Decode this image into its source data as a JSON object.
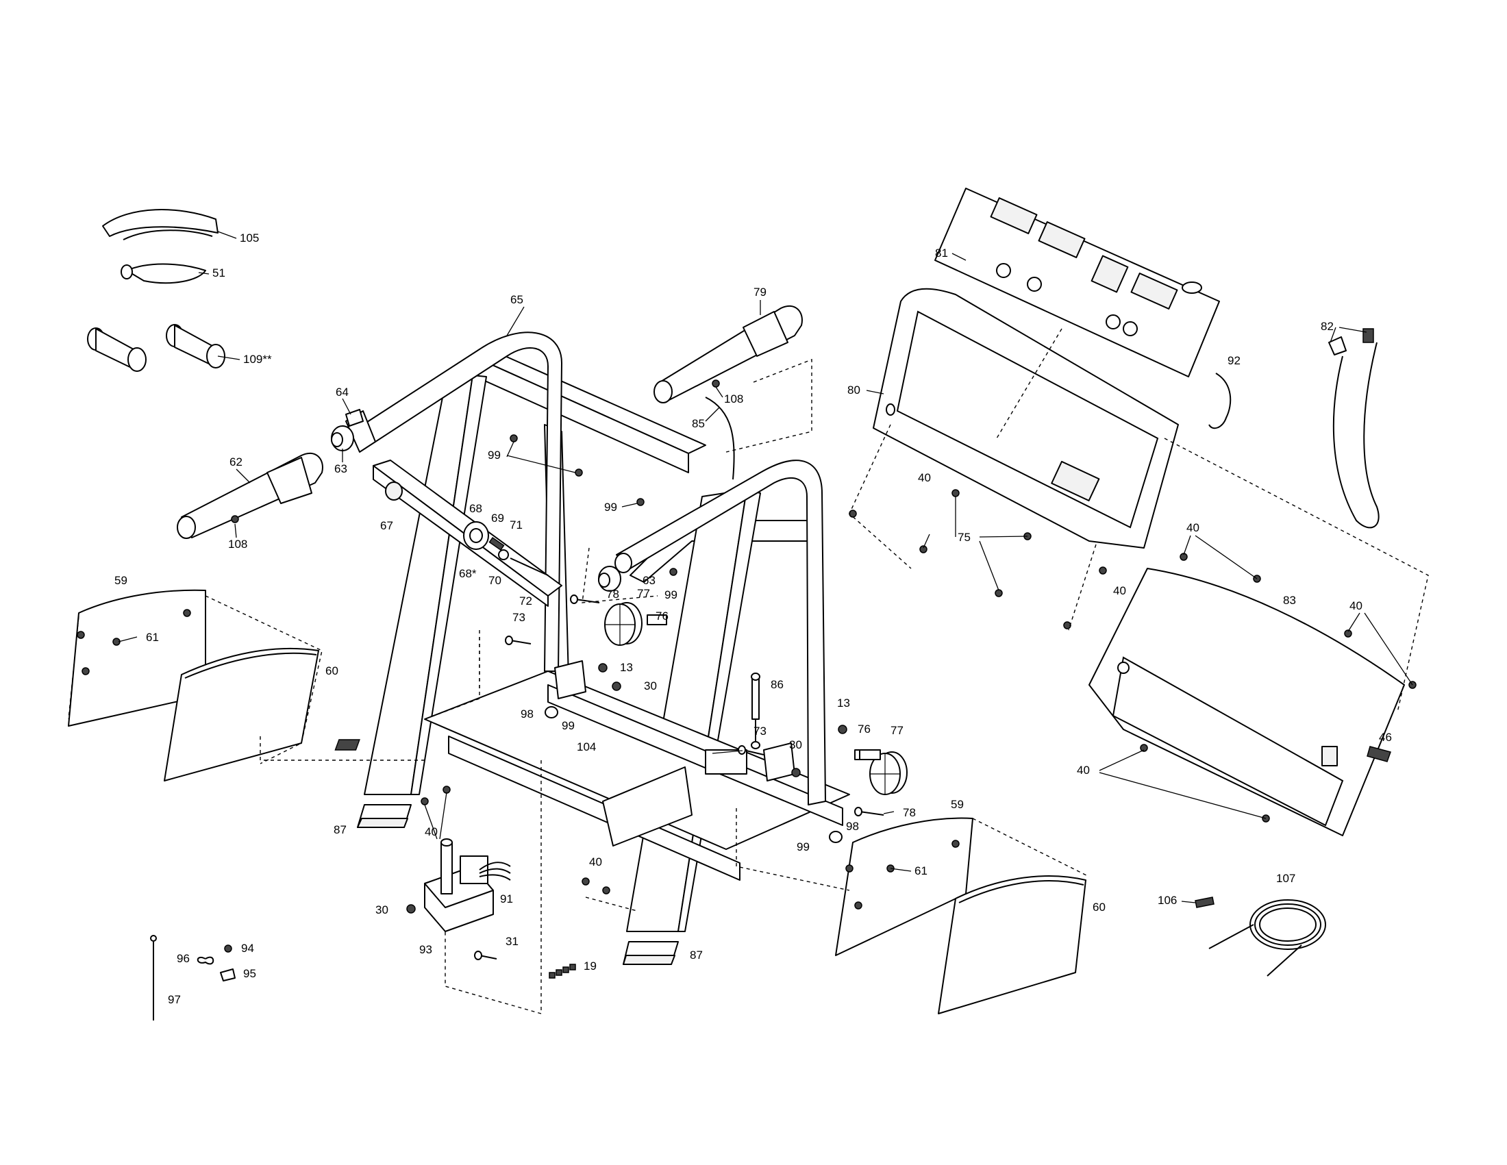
{
  "diagram": {
    "callouts": [
      {
        "id": "c105",
        "text": "105"
      },
      {
        "id": "c51",
        "text": "51"
      },
      {
        "id": "c109",
        "text": "109**"
      },
      {
        "id": "c65",
        "text": "65"
      },
      {
        "id": "c64",
        "text": "64"
      },
      {
        "id": "c63a",
        "text": "63"
      },
      {
        "id": "c62",
        "text": "62"
      },
      {
        "id": "c108a",
        "text": "108"
      },
      {
        "id": "c79",
        "text": "79"
      },
      {
        "id": "c108b",
        "text": "108"
      },
      {
        "id": "c85",
        "text": "85"
      },
      {
        "id": "c99a",
        "text": "99"
      },
      {
        "id": "c99b",
        "text": "99"
      },
      {
        "id": "c67",
        "text": "67"
      },
      {
        "id": "c68",
        "text": "68"
      },
      {
        "id": "c69",
        "text": "69"
      },
      {
        "id": "c71",
        "text": "71"
      },
      {
        "id": "c68s",
        "text": "68*"
      },
      {
        "id": "c70",
        "text": "70"
      },
      {
        "id": "c72",
        "text": "72"
      },
      {
        "id": "c63b",
        "text": "63"
      },
      {
        "id": "c99c",
        "text": "99"
      },
      {
        "id": "c78a",
        "text": "78"
      },
      {
        "id": "c77a",
        "text": "77"
      },
      {
        "id": "c76a",
        "text": "76"
      },
      {
        "id": "c73a",
        "text": "73"
      },
      {
        "id": "c13a",
        "text": "13"
      },
      {
        "id": "c30a",
        "text": "30"
      },
      {
        "id": "c98a",
        "text": "98"
      },
      {
        "id": "c99d",
        "text": "99"
      },
      {
        "id": "c104",
        "text": "104"
      },
      {
        "id": "c86",
        "text": "86"
      },
      {
        "id": "c13b",
        "text": "13"
      },
      {
        "id": "c73b",
        "text": "73"
      },
      {
        "id": "c30b",
        "text": "30"
      },
      {
        "id": "c76b",
        "text": "76"
      },
      {
        "id": "c77b",
        "text": "77"
      },
      {
        "id": "c78b",
        "text": "78"
      },
      {
        "id": "c98b",
        "text": "98"
      },
      {
        "id": "c99e",
        "text": "99"
      },
      {
        "id": "c59a",
        "text": "59"
      },
      {
        "id": "c61a",
        "text": "61"
      },
      {
        "id": "c60a",
        "text": "60"
      },
      {
        "id": "c87a",
        "text": "87"
      },
      {
        "id": "c40a",
        "text": "40"
      },
      {
        "id": "c30c",
        "text": "30"
      },
      {
        "id": "c91",
        "text": "91"
      },
      {
        "id": "c93",
        "text": "93"
      },
      {
        "id": "c31",
        "text": "31"
      },
      {
        "id": "c96",
        "text": "96"
      },
      {
        "id": "c94",
        "text": "94"
      },
      {
        "id": "c95",
        "text": "95"
      },
      {
        "id": "c97",
        "text": "97"
      },
      {
        "id": "c19",
        "text": "19"
      },
      {
        "id": "c87b",
        "text": "87"
      },
      {
        "id": "c40b",
        "text": "40"
      },
      {
        "id": "c59b",
        "text": "59"
      },
      {
        "id": "c61b",
        "text": "61"
      },
      {
        "id": "c60b",
        "text": "60"
      },
      {
        "id": "c81",
        "text": "81"
      },
      {
        "id": "c80",
        "text": "80"
      },
      {
        "id": "c40c",
        "text": "40"
      },
      {
        "id": "c75",
        "text": "75"
      },
      {
        "id": "c40d",
        "text": "40"
      },
      {
        "id": "c92",
        "text": "92"
      },
      {
        "id": "c82",
        "text": "82"
      },
      {
        "id": "c40e",
        "text": "40"
      },
      {
        "id": "c83",
        "text": "83"
      },
      {
        "id": "c40f",
        "text": "40"
      },
      {
        "id": "c40g",
        "text": "40"
      },
      {
        "id": "c46",
        "text": "46"
      },
      {
        "id": "c106",
        "text": "106"
      },
      {
        "id": "c107",
        "text": "107"
      }
    ]
  }
}
